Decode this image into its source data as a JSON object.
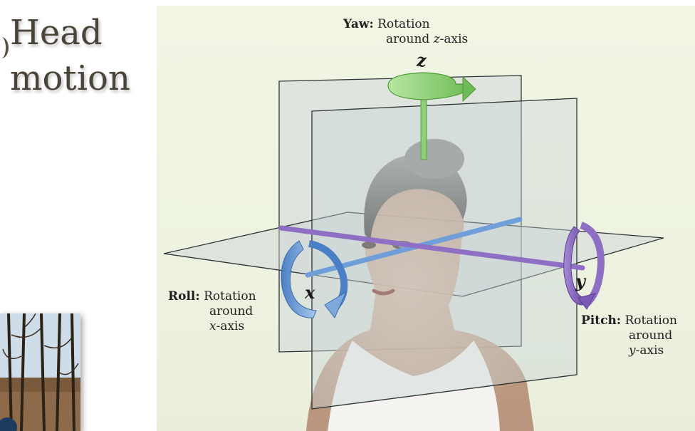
{
  "title": {
    "line1": "Head",
    "line2": "motion"
  },
  "yaw": {
    "term": "Yaw:",
    "line1": "Rotation",
    "line2_pre": "around ",
    "axis": "z",
    "line2_post": "-axis"
  },
  "roll": {
    "term": "Roll:",
    "line1": "Rotation",
    "line2": "around",
    "axis": "x",
    "line3_post": "-axis"
  },
  "pitch": {
    "term": "Pitch:",
    "line1": "Rotation",
    "line2": "around",
    "axis": "y",
    "line3_post": "-axis"
  },
  "axis_letters": {
    "z": "z",
    "x": "x",
    "y": "y"
  },
  "colors": {
    "z_axis": "#8fcf78",
    "x_axis": "#6f9ed9",
    "y_axis": "#8e6fc4",
    "plane": "#c9d3d6",
    "title": "#4a4337"
  }
}
